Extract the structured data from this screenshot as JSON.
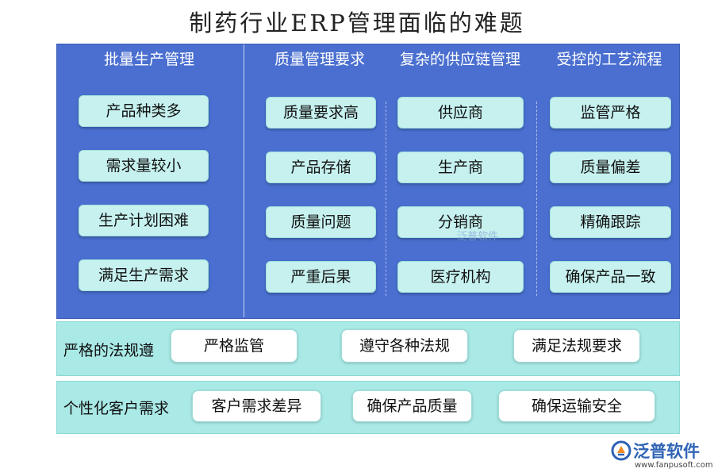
{
  "title": "制药行业ERP管理面临的难题",
  "columns": [
    {
      "heading": "批量生产管理",
      "items": [
        "产品种类多",
        "需求量较小",
        "生产计划困难",
        "满足生产需求"
      ]
    },
    {
      "heading": "质量管理要求",
      "items": [
        "质量要求高",
        "产品存储",
        "质量问题",
        "严重后果"
      ]
    },
    {
      "heading": "复杂的供应链管理",
      "items": [
        "供应商",
        "生产商",
        "分销商",
        "医疗机构"
      ]
    },
    {
      "heading": "受控的工艺流程",
      "items": [
        "监管严格",
        "质量偏差",
        "精确跟踪",
        "确保产品一致"
      ]
    }
  ],
  "rows": [
    {
      "label": "严格的法规遵",
      "items": [
        "严格监管",
        "遵守各种法规",
        "满足法规要求"
      ]
    },
    {
      "label": "个性化客户需求",
      "items": [
        "客户需求差异",
        "确保产品质量",
        "确保运输安全"
      ]
    }
  ],
  "watermark": "泛普软件",
  "logo": {
    "name": "泛普软件",
    "url": "www.fanpusoft.com"
  },
  "colors": {
    "panel_blue": "#4a6fd0",
    "box_cyan": "#c6f1ef",
    "row_panel": "#a9e9e6",
    "logo_blue": "#2f63b5"
  }
}
